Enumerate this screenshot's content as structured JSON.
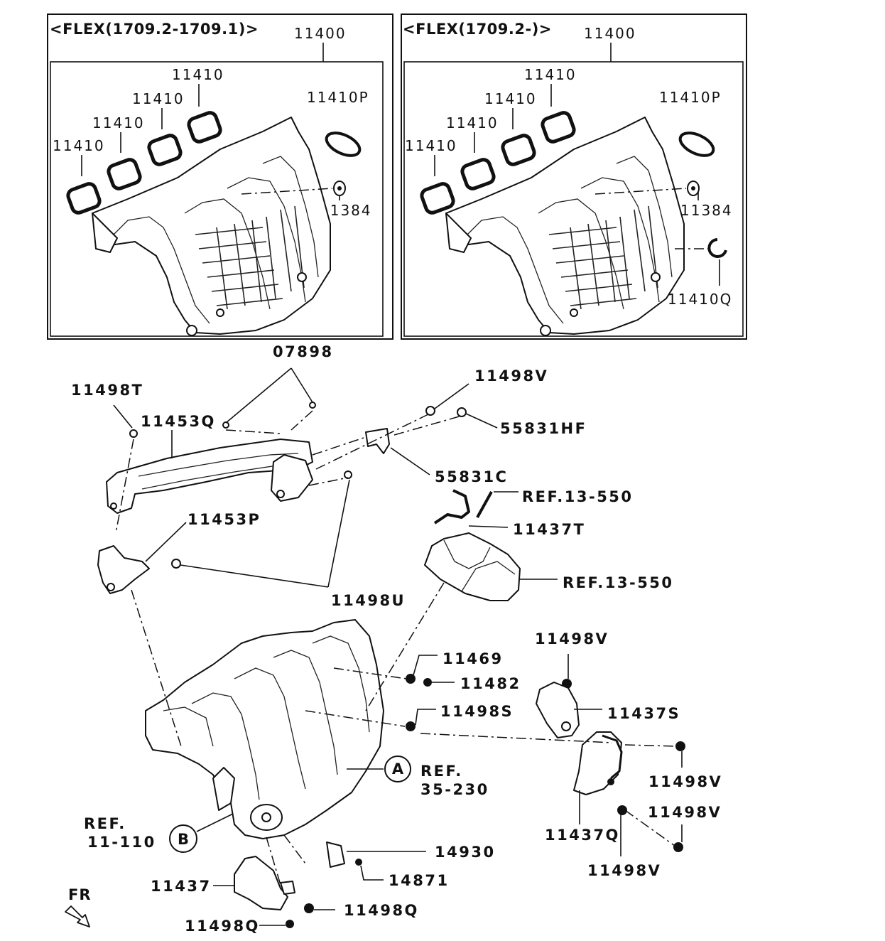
{
  "insets": {
    "left": {
      "title": "<FLEX(1709.2-1709.1)>",
      "assembly": "11400",
      "gasket_a": "11410",
      "gasket_b": "11410",
      "gasket_c": "11410",
      "gasket_d": "11410",
      "gasket_p": "11410P",
      "plug": "11384"
    },
    "right": {
      "title": "<FLEX(1709.2-)>",
      "assembly": "11400",
      "gasket_a": "11410",
      "gasket_b": "11410",
      "gasket_c": "11410",
      "gasket_d": "11410",
      "gasket_p": "11410P",
      "plug": "11384",
      "seal_q": "11410Q"
    }
  },
  "callouts": {
    "c07898": "07898",
    "c11498T": "11498T",
    "c11453Q": "11453Q",
    "c11498V_top": "11498V",
    "c55831HF": "55831HF",
    "c55831C": "55831C",
    "ref_13_550_a": "REF.13-550",
    "c11437T": "11437T",
    "c11453P": "11453P",
    "ref_13_550_b": "REF.13-550",
    "c11498U": "11498U",
    "c11469": "11469",
    "c11482": "11482",
    "c11498V_mid": "11498V",
    "c11498S": "11498S",
    "c11437S": "11437S",
    "marker_a": "A",
    "ref_a_1": "REF.",
    "ref_a_2": "35-230",
    "c11498V_r1": "11498V",
    "c11498V_r2": "11498V",
    "ref_b_1": "REF.",
    "ref_b_2": "11-110",
    "marker_b": "B",
    "c11437Q": "11437Q",
    "c14930": "14930",
    "c11498V_r3": "11498V",
    "c14871": "14871",
    "c11437": "11437",
    "c11498Q_a": "11498Q",
    "c11498Q_b": "11498Q",
    "front": "FR"
  }
}
